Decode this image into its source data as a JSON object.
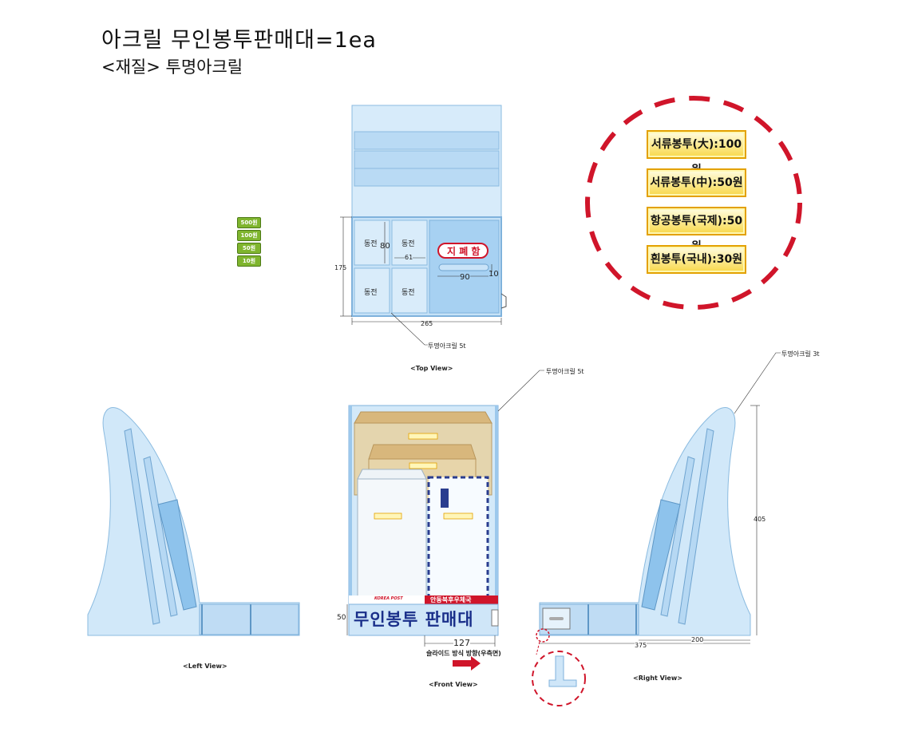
{
  "header": {
    "title": "아크릴 무인봉투판매대=1ea",
    "subtitle": "<재질> 투명아크릴"
  },
  "coins": [
    "500원",
    "100원",
    "50원",
    "10원"
  ],
  "top_view": {
    "caption": "<Top View>",
    "slot_label": "동전",
    "dim_80": "80",
    "dim_61": "61",
    "dim_175": "175",
    "dim_90": "90",
    "dim_10": "10",
    "dim_265": "265",
    "bill_label": "지 폐 함",
    "material_note": "투명아크릴 5t"
  },
  "prices": [
    "서류봉투(大):100원",
    "서류봉투(中):50원",
    "항공봉투(국제):50원",
    "흰봉투(국내):30원"
  ],
  "front_view": {
    "caption": "<Front View>",
    "material_note": "투명아크릴 5t",
    "brand": "KOREA POST",
    "office": "안동북후우체국",
    "sign": "무인봉투 판매대",
    "dim_50": "50",
    "dim_127": "127",
    "slide_note": "슬라이드 방식 방향(우측면)"
  },
  "left_view": {
    "caption": "<Left View>"
  },
  "right_view": {
    "caption": "<Right View>",
    "material_note": "투명아크릴 3t",
    "dim_405": "405",
    "dim_200": "200",
    "dim_375": "375"
  },
  "colors": {
    "acrylic": "#cfe6f8",
    "acrylic_edge": "#7fb2dc",
    "highlight_red": "#d0152a",
    "sign_blue": "#1a2f8a",
    "kraft": "#d8b77c"
  }
}
